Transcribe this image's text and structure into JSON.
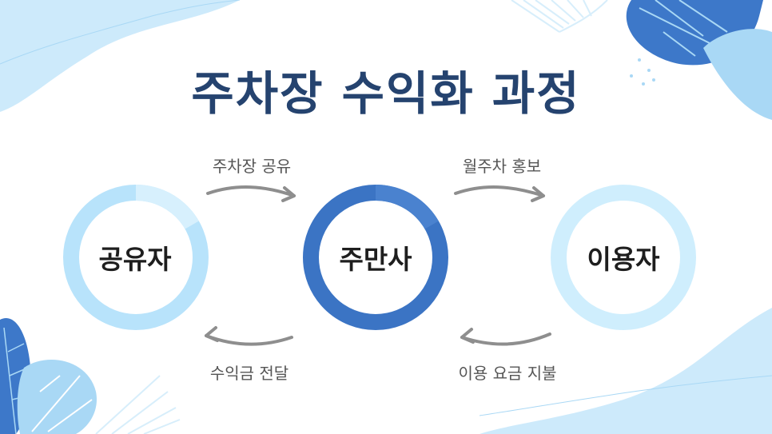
{
  "title": "주차장 수익화 과정",
  "nodes": [
    {
      "label": "공유자",
      "ring_color": "#b8e3fb",
      "ring_color_alt": "#d7f0fd"
    },
    {
      "label": "주만사",
      "ring_color": "#3b74c4",
      "ring_color_alt": "#4a82cf"
    },
    {
      "label": "이용자",
      "ring_color": "#cfeefd",
      "ring_color_alt": "#cfeefd"
    }
  ],
  "flows": [
    {
      "label": "주차장 공유"
    },
    {
      "label": "월주차 홍보"
    },
    {
      "label": "수익금 전달"
    },
    {
      "label": "이용 요금 지불"
    }
  ],
  "colors": {
    "arrow": "#8e8e8e",
    "wave": "#cdeafb",
    "leaf_blue": "#3d78c9",
    "leaf_light": "#a9d8f5"
  }
}
